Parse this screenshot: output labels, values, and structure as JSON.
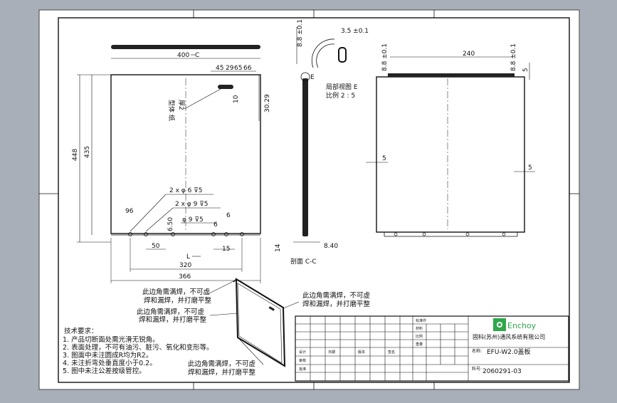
{
  "front_view": {
    "top_label": "400",
    "section_letter": "C",
    "dim_45": "45",
    "dim_29": "29",
    "dim_65": "65",
    "dim_66": "66",
    "dim_10": "10",
    "dim_3029": "30.29",
    "callout_material": "型体 纸",
    "callout_thickness": "厚2",
    "dim_448": "448",
    "dim_435": "435",
    "hole1": "2 x φ 6 ⊽5",
    "hole2": "2 x φ 9 ⊽5",
    "hole3": "φ 9 ⊽5",
    "dim_96": "96",
    "dim_650": "6.50",
    "dim_6a": "6",
    "dim_6b": "6",
    "dim_50": "50",
    "dim_15": "15",
    "dim_320": "320",
    "dim_366": "366",
    "dim_L": "L"
  },
  "side_view": {
    "dim_88": "8.8 ±0.1",
    "dim_35": "3.5 ±0.1",
    "detail_title": "局部视图 E",
    "detail_scale": "比例 2 : 5",
    "detail_letter": "E",
    "dim_14": "14",
    "dim_840": "8.40",
    "section_title": "剖面 C-C"
  },
  "right_view": {
    "dim_88_left": "8.8 ±0.1",
    "dim_240": "240",
    "dim_88_right": "8.8 ±0.1",
    "dim_5_top": "5",
    "dim_5_left": "5",
    "dim_5_right": "5"
  },
  "iso_notes": {
    "note1_line1": "此边角需满焊，不可虚",
    "note1_line2": "焊和漏焊，并打磨平整",
    "note2_line1": "此边角需满焊，不可虚",
    "note2_line2": "焊和漏焊，并打磨平整",
    "note3_line1": "此边角需满焊，不可虚",
    "note3_line2": "焊和漏焊，并打磨平整",
    "note4_line1": "此边角需满焊，不可虚",
    "note4_line2": "焊和漏焊，并打磨平整"
  },
  "tech_requirements": {
    "title": "技术要求：",
    "items": [
      "1. 产品切断面处需光滑无锐角。",
      "2. 表面处理，不可有油污、脏污、氧化和变形等。",
      "3. 图面中未注圆成R均为R2。",
      "4. 未注折弯处垂直度小于0.2。",
      "5. 图中未注公差按级管控。"
    ]
  },
  "title_block": {
    "logo_text": "Enchoy",
    "company": "固科(苏州)通风系统有限公司",
    "drawing_name_label": "名称:",
    "drawing_name": "EFU-W2.0盖板",
    "part_no_label": "料号:",
    "part_no": "2060291-03",
    "small_cells": [
      "标准件",
      "材料",
      "比例",
      "重量",
      "设计",
      "审核",
      "批准",
      "日期",
      "版本",
      "签名"
    ]
  },
  "colors": {
    "background": "#a9afb8",
    "sheet": "#ffffff",
    "line": "#111111",
    "logo_green": "#2ea84a"
  }
}
